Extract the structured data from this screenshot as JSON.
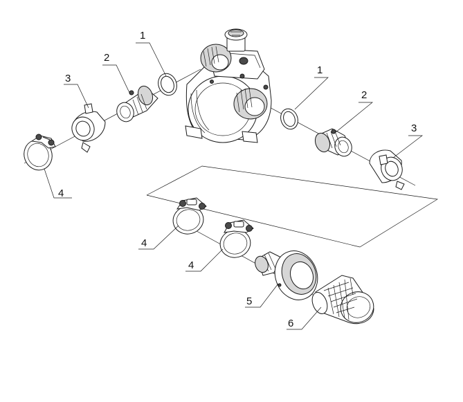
{
  "callouts": [
    {
      "id": "c1a",
      "label": "1"
    },
    {
      "id": "c2a",
      "label": "2"
    },
    {
      "id": "c3a",
      "label": "3"
    },
    {
      "id": "c4a",
      "label": "4"
    },
    {
      "id": "c1b",
      "label": "1"
    },
    {
      "id": "c2b",
      "label": "2"
    },
    {
      "id": "c3b",
      "label": "3"
    },
    {
      "id": "c4b",
      "label": "4"
    },
    {
      "id": "c4c",
      "label": "4"
    },
    {
      "id": "c5",
      "label": "5"
    },
    {
      "id": "c6",
      "label": "6"
    }
  ]
}
